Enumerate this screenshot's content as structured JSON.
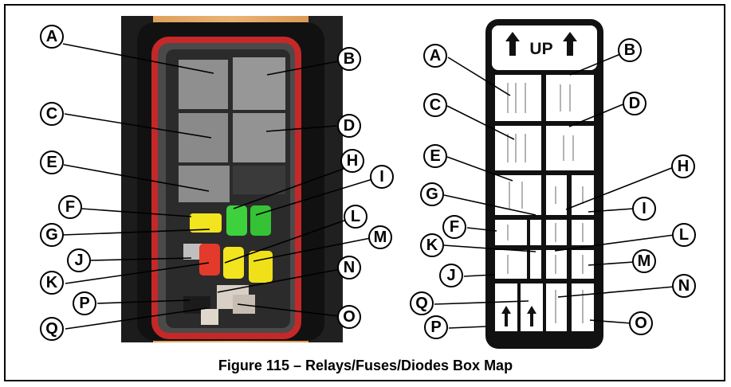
{
  "figure": {
    "caption": "Figure 115 – Relays/Fuses/Diodes Box Map"
  },
  "map": {
    "up_label": "UP"
  },
  "callouts_left": [
    "A",
    "B",
    "C",
    "D",
    "E",
    "F",
    "G",
    "H",
    "I",
    "J",
    "K",
    "L",
    "M",
    "N",
    "O",
    "P",
    "Q"
  ],
  "callouts_right": [
    "A",
    "B",
    "C",
    "D",
    "E",
    "F",
    "G",
    "H",
    "I",
    "J",
    "K",
    "L",
    "M",
    "N",
    "O",
    "P",
    "Q"
  ],
  "colors": {
    "photo_bg": "#e2a35f",
    "box_red": "#c62828",
    "relay_gray": "#8a8a8a",
    "fuse_yellow": "#f2e41e",
    "fuse_green": "#3ed13e",
    "fuse_red": "#e33a2b"
  }
}
